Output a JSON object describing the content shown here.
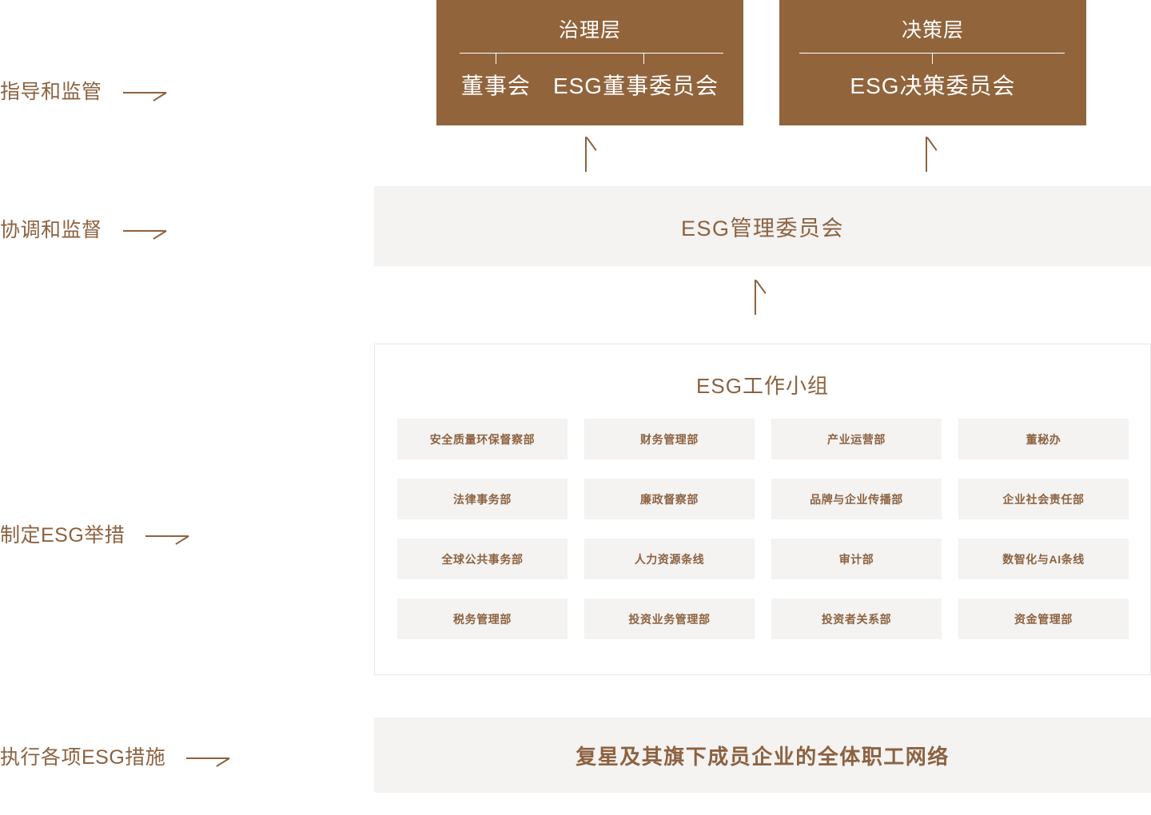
{
  "stages": [
    {
      "id": "guide",
      "label": "指导和监管",
      "arrow": "right-arrow-icon"
    },
    {
      "id": "coord",
      "label": "协调和监督",
      "arrow": "right-arrow-icon"
    },
    {
      "id": "measure",
      "label": "制定ESG举措",
      "arrow": "right-arrow-icon"
    },
    {
      "id": "execute",
      "label": "执行各项ESG措施",
      "arrow": "right-arrow-icon"
    }
  ],
  "governance": {
    "title": "治理层",
    "children": [
      "董事会",
      "ESG董事委员会"
    ]
  },
  "decision": {
    "title": "决策层",
    "children": [
      "ESG决策委员会"
    ]
  },
  "management_bar": {
    "label": "ESG管理委员会"
  },
  "working_group": {
    "title": "ESG工作小组",
    "departments": [
      "安全质量环保督察部",
      "财务管理部",
      "产业运营部",
      "董秘办",
      "法律事务部",
      "廉政督察部",
      "品牌与企业传播部",
      "企业社会责任部",
      "全球公共事务部",
      "人力资源条线",
      "审计部",
      "数智化与AI条线",
      "税务管理部",
      "投资业务管理部",
      "投资者关系部",
      "资金管理部"
    ]
  },
  "workforce_bar": {
    "label": "复星及其旗下成员企业的全体职工网络"
  },
  "colors": {
    "brand_brown": "#91643c",
    "text_brown": "#8d6240",
    "panel_grey": "#f4f3f2",
    "panel_border": "#e9e7e5",
    "white": "#ffffff"
  }
}
